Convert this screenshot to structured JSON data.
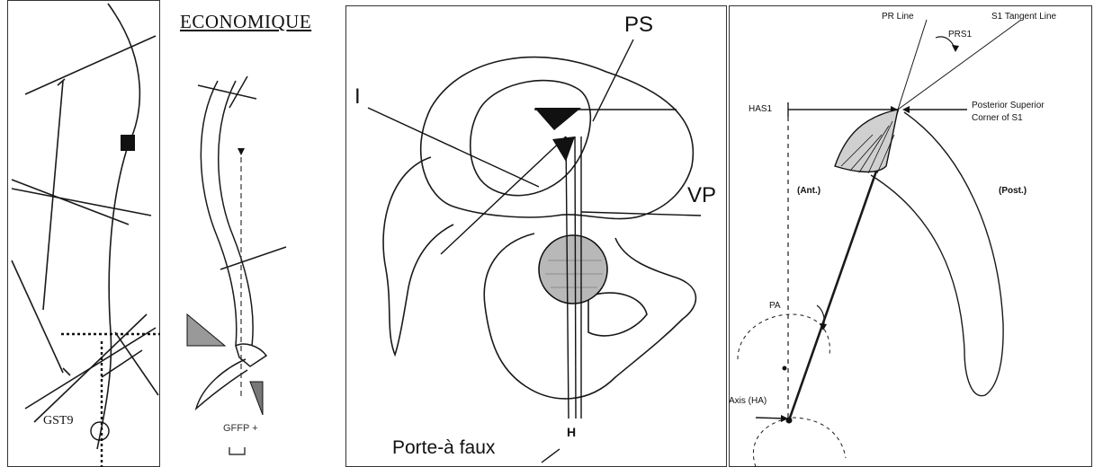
{
  "panel1": {
    "label": "GST9"
  },
  "panel2": {
    "title": "ECONOMIQUE",
    "footer": "GFFP +"
  },
  "panel3": {
    "ps": "PS",
    "i": "I",
    "vp": "VP",
    "h": "H",
    "bottom": "Porte-à faux"
  },
  "panel4": {
    "pr_line": "PR Line",
    "s1_tangent": "S1 Tangent Line",
    "prs1": "PRS1",
    "has1": "HAS1",
    "corner1": "Posterior Superior",
    "corner2": "Corner of S1",
    "ant": "(Ant.)",
    "post": "(Post.)",
    "pa": "PA",
    "axis": "Axis (HA)"
  },
  "colors": {
    "line": "#1a1a1a",
    "head": "#b8b8b8",
    "hatch": "#333333",
    "bg": "#ffffff"
  }
}
